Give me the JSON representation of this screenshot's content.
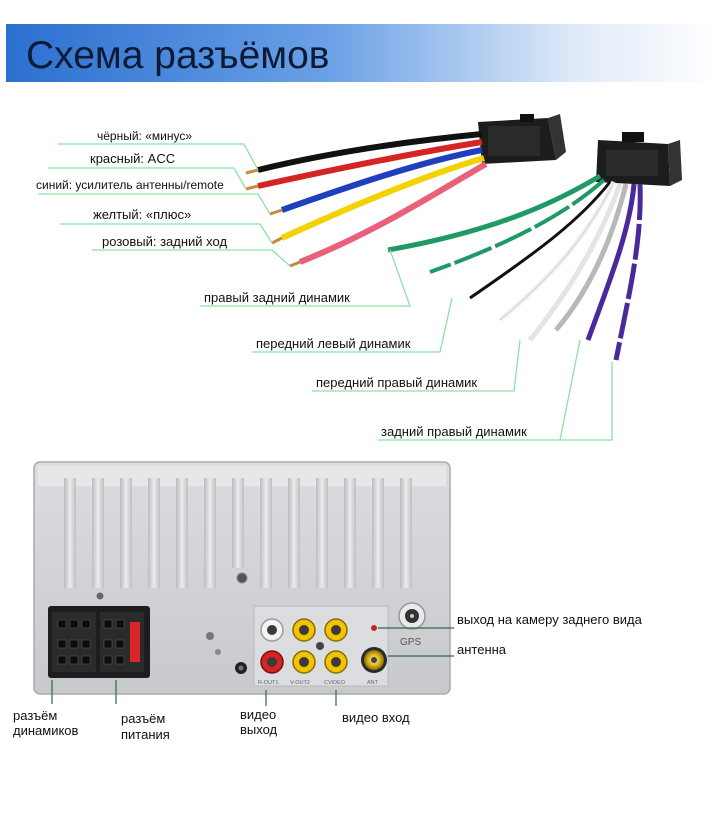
{
  "title": "Схема разъёмов",
  "colors": {
    "banner_start": "#2b6fd0",
    "banner_end": "#ffffff",
    "leader": "#8ee0a8",
    "wire_black": "#111111",
    "wire_red": "#d42424",
    "wire_blue": "#1f3fbf",
    "wire_yellow": "#f2d200",
    "wire_pink": "#e8607a",
    "wire_green": "#1f9a66",
    "wire_white": "#f2f2f2",
    "wire_grey": "#b8b8b8",
    "wire_purple": "#4a2a9a",
    "rca_yellow": "#f2c400",
    "rca_red": "#d42424",
    "rca_white": "#f4f4f4"
  },
  "harness": {
    "power_wires": [
      {
        "label": "чёрный: «минус»"
      },
      {
        "label": "красный: ACC"
      },
      {
        "label": "синий: усилитель антенны/remote"
      },
      {
        "label": "желтый: «плюс»"
      },
      {
        "label": "розовый: задний ход"
      }
    ],
    "speaker_wires": [
      {
        "label": "правый задний динамик"
      },
      {
        "label": "передний левый динамик"
      },
      {
        "label": "передний правый динамик"
      },
      {
        "label": "задний правый динамик"
      }
    ]
  },
  "panel": {
    "jack_labels": [
      "R-OUT1",
      "V-OUT2",
      "CVIDEO",
      "ANT"
    ],
    "gps_label": "GPS",
    "callouts": {
      "camera": "выход на камеру заднего вида",
      "antenna": "антенна",
      "speaker_connector": [
        "разъём",
        "динамиков"
      ],
      "power_connector": [
        "разъём",
        "питания"
      ],
      "video_out": [
        "видео",
        "выход"
      ],
      "video_in": "видео вход"
    }
  }
}
